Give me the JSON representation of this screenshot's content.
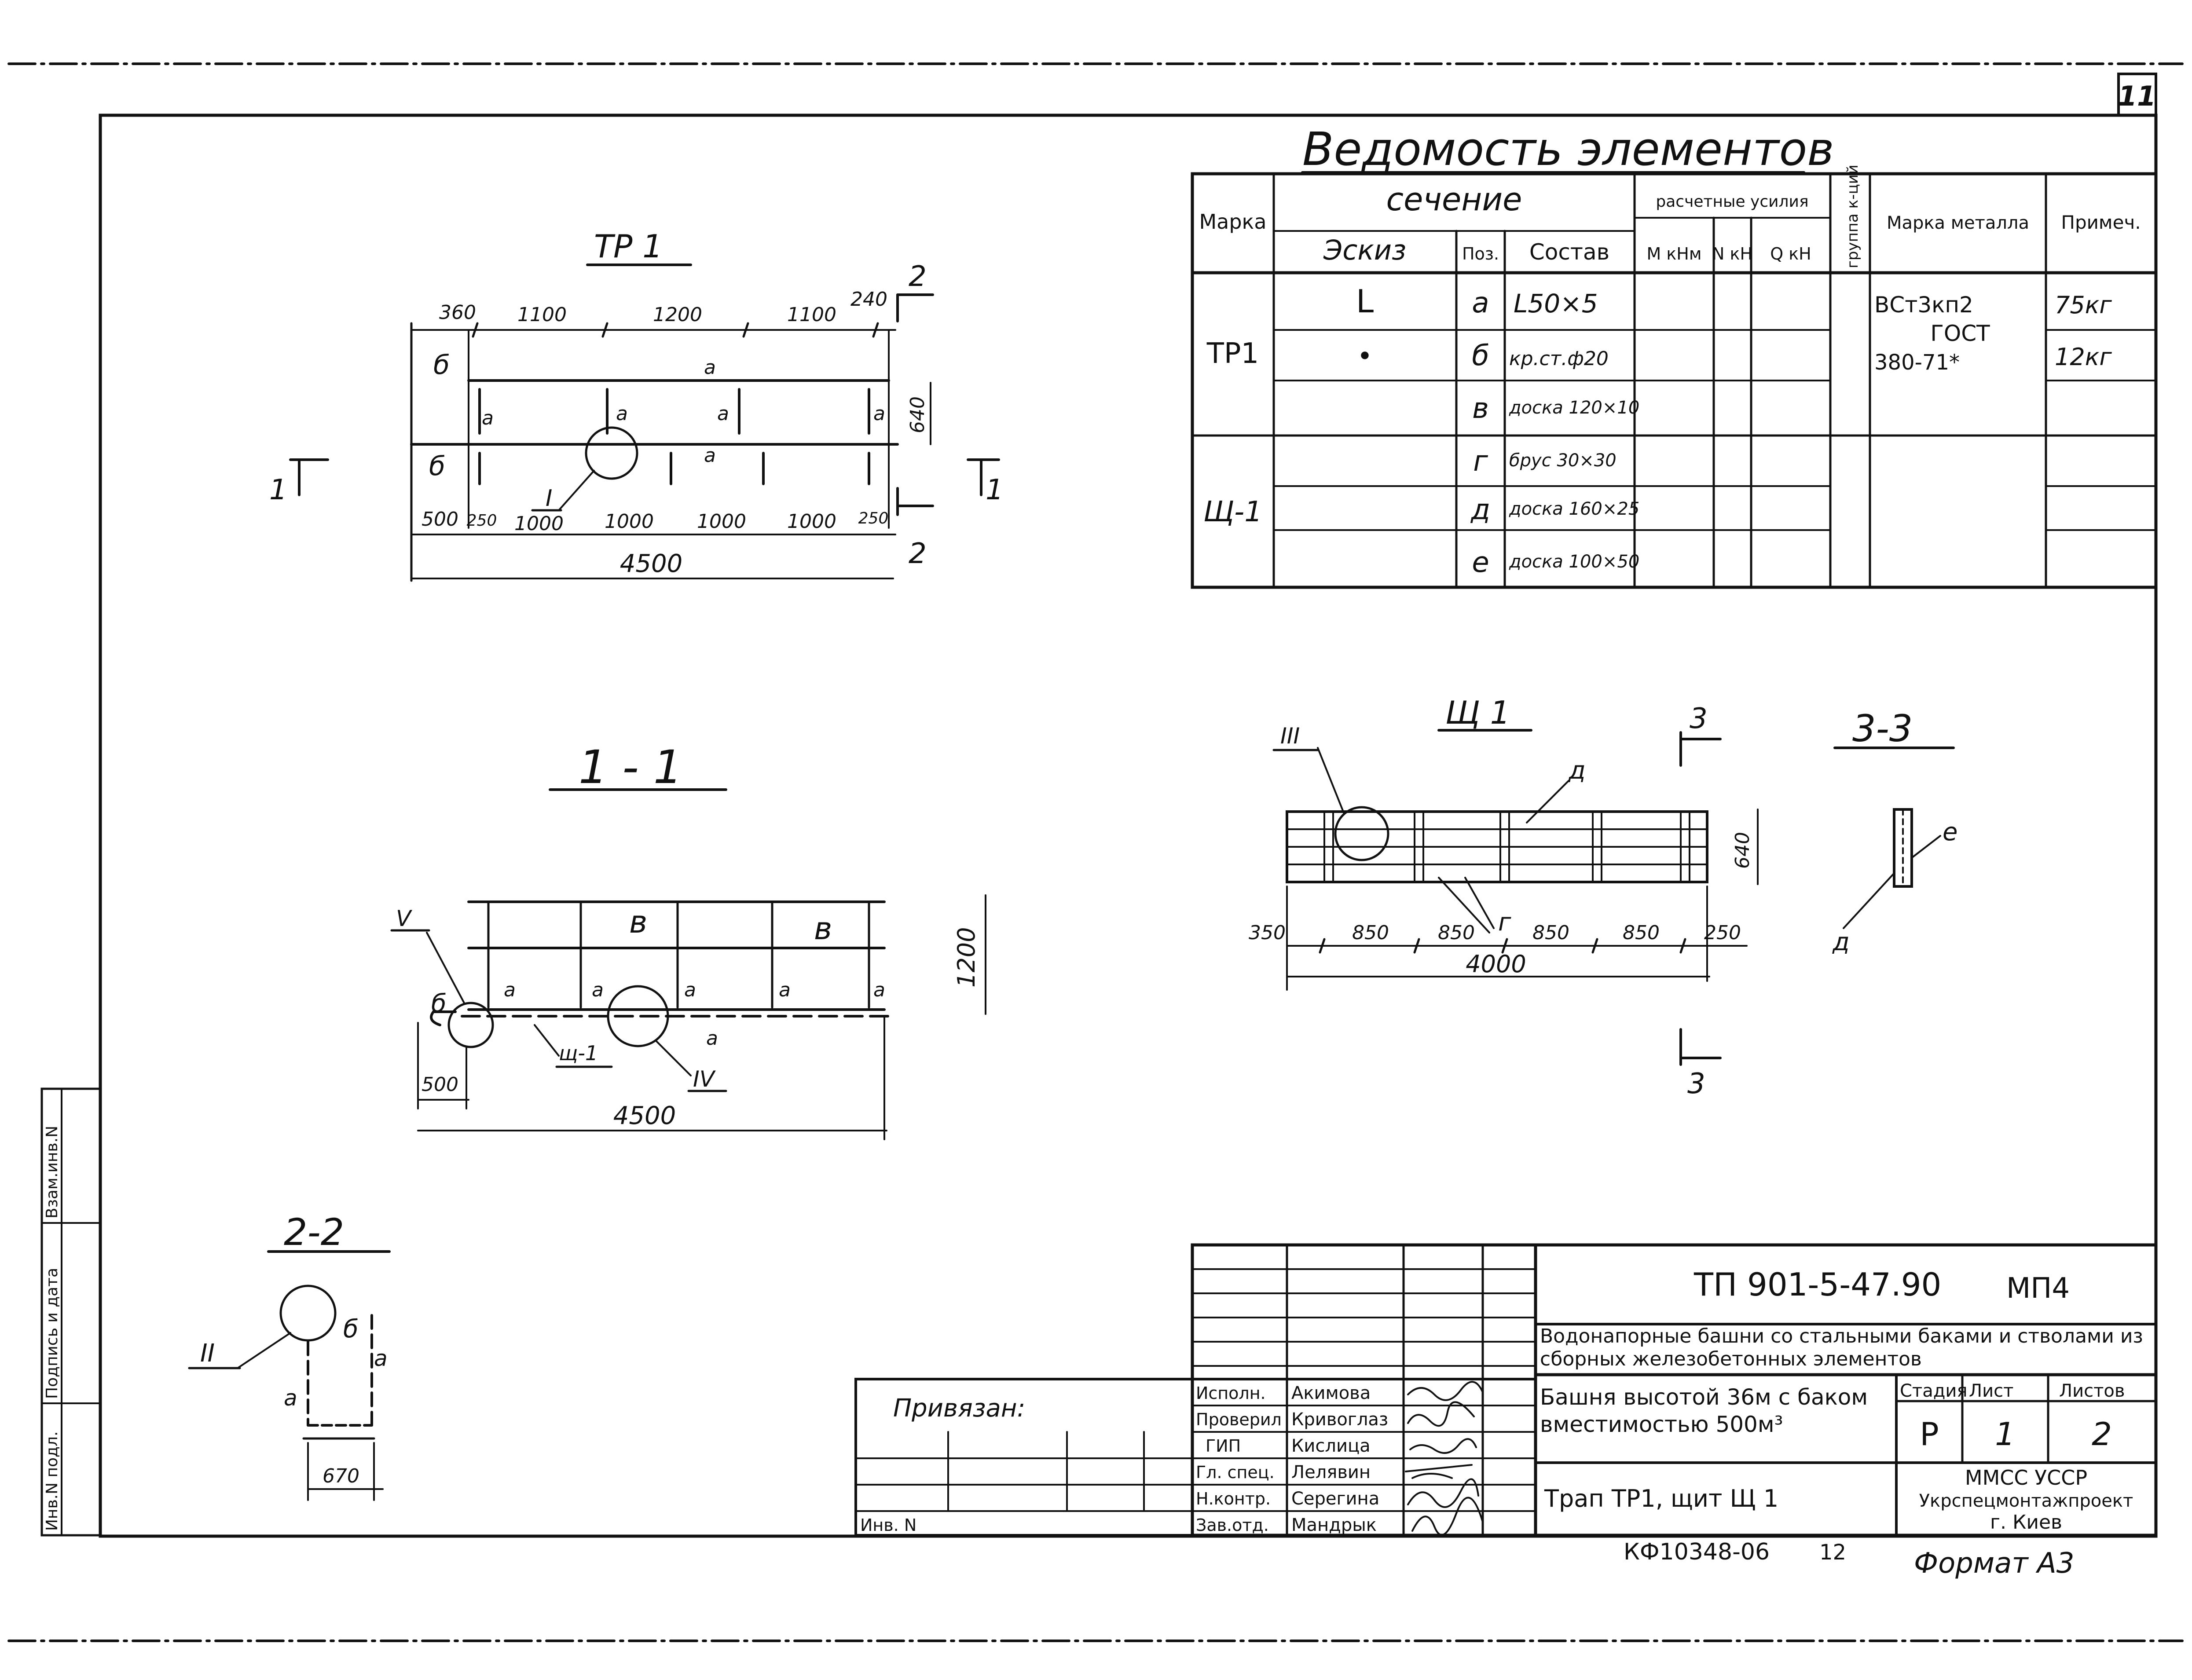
{
  "sheet_number": "11",
  "format_label": "Формат А3",
  "archive_code": "КФ10348-06",
  "archive_code_suffix": "12",
  "side_stamp": [
    "Инв.N подл.",
    "Подпись и дата",
    "Взам.инв.N"
  ],
  "elements_table": {
    "title": "Ведомость элементов",
    "headers": {
      "mark": "Марка",
      "section": "сечение",
      "sketch": "Эскиз",
      "pos": "Поз.",
      "composition": "Состав",
      "forces": "расчетные усилия",
      "m": "М кНм",
      "n": "N кН",
      "q": "Q кН",
      "group": "группа к-ций",
      "metal": "Марка металла",
      "note": "Примеч."
    },
    "groups": [
      {
        "mark": "ТР1"
      },
      {
        "mark": "Щ-1"
      }
    ],
    "rows": [
      {
        "sketch": "L",
        "pos": "а",
        "composition": "L50×5"
      },
      {
        "sketch": "•",
        "pos": "б",
        "composition": "кр.ст.ф20"
      },
      {
        "sketch": "",
        "pos": "в",
        "composition": "доска 120×10"
      },
      {
        "sketch": "",
        "pos": "г",
        "composition": "брус 30×30"
      },
      {
        "sketch": "",
        "pos": "д",
        "composition": "доска 160×25"
      },
      {
        "sketch": "",
        "pos": "е",
        "composition": "доска 100×50"
      }
    ],
    "metal_lines": [
      "ВСт3кп2",
      "ГОСТ",
      "380-71*"
    ],
    "notes": [
      "75кг",
      "12кг"
    ]
  },
  "views": {
    "tp1": {
      "title": "ТР 1",
      "top_dims": [
        "360",
        "1100",
        "1200",
        "1100",
        "240"
      ],
      "bottom_dims": [
        "500",
        "250",
        "1000",
        "1000",
        "1000",
        "1000",
        "250"
      ],
      "total": "4500",
      "height_dim": "640",
      "node": "I",
      "cut1": "1",
      "cut2": "2",
      "marks": [
        "б",
        "б",
        "а",
        "а",
        "а",
        "а",
        "а",
        "а"
      ]
    },
    "section11": {
      "title": "1 - 1",
      "height_dim": "1200",
      "left_dim": "500",
      "total": "4500",
      "node5": "V",
      "node4": "IV",
      "shield": "щ-1",
      "label_v": "в",
      "label_b": "б",
      "label_a": "а"
    },
    "section22": {
      "title": "2-2",
      "node": "II",
      "width_dim": "670",
      "label_b": "б",
      "label_a": "а"
    },
    "shield1": {
      "title": "Щ 1",
      "node": "III",
      "dims": [
        "350",
        "850",
        "850",
        "850",
        "850",
        "250"
      ],
      "total": "4000",
      "height_dim": "640",
      "label_d": "д",
      "label_g": "г",
      "cut": "3"
    },
    "section33": {
      "title": "3-3",
      "label_e": "е",
      "label_d": "д"
    }
  },
  "title_block": {
    "code": "ТП 901-5-47.90",
    "suffix": "МП4",
    "project": "Водонапорные башни со стальными баками и стволами из сборных железобетонных элементов",
    "building": "Башня высотой 36м с баком вместимостью 500м³",
    "sheet_title": "Трап ТР1, щит Щ 1",
    "stage_label": "Стадия",
    "sheet_label": "Лист",
    "sheets_label": "Листов",
    "stage": "Р",
    "sheet": "1",
    "sheets": "2",
    "org1": "ММСС УССР",
    "org2": "Укрспецмонтажпроект",
    "org3": "г. Киев",
    "tied": "Привязан:",
    "inv": "Инв. N",
    "signatures": [
      {
        "role": "Исполн.",
        "name": "Акимова"
      },
      {
        "role": "Проверил",
        "name": "Кривоглаз"
      },
      {
        "role": "ГИП",
        "name": "Кислица"
      },
      {
        "role": "Гл. спец.",
        "name": "Лелявин"
      },
      {
        "role": "Н.контр.",
        "name": "Серегина"
      },
      {
        "role": "Зав.отд.",
        "name": "Мандрык"
      }
    ]
  }
}
